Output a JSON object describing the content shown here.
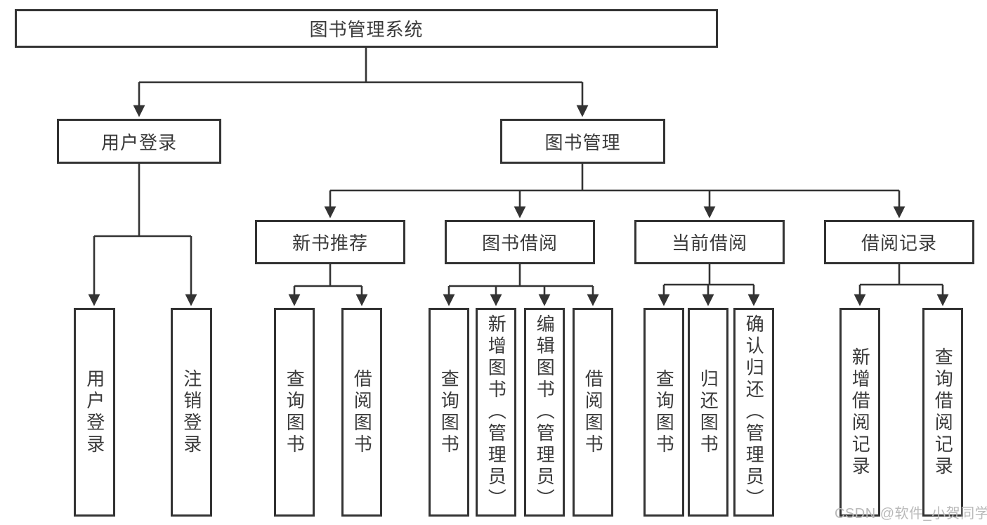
{
  "diagram": {
    "root": {
      "label": "图书管理系统"
    },
    "level1": [
      {
        "label": "用户登录",
        "children": [
          "用户登录",
          "注销登录"
        ]
      },
      {
        "label": "图书管理"
      }
    ],
    "level2": [
      {
        "label": "新书推荐",
        "children": [
          "查询图书",
          "借阅图书"
        ]
      },
      {
        "label": "图书借阅",
        "children": [
          "查询图书",
          "新增图书（管理员）",
          "编辑图书（管理员）",
          "借阅图书"
        ]
      },
      {
        "label": "当前借阅",
        "children": [
          "查询图书",
          "归还图书",
          "确认归还（管理员）"
        ]
      },
      {
        "label": "借阅记录",
        "children": [
          "新增借阅记录",
          "查询借阅记录"
        ]
      }
    ],
    "colors": {
      "line": "#333333",
      "text": "#3a3a3a",
      "box_bg": "#ffffff",
      "watermark": "#b9b9b9"
    }
  },
  "watermark": {
    "text": "CSDN @软件_小贺同学"
  }
}
